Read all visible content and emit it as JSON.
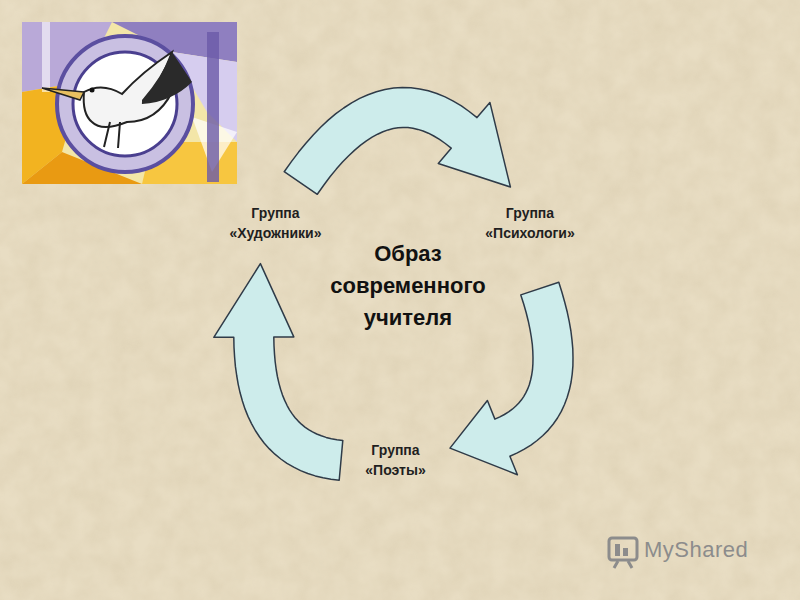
{
  "diagram": {
    "title": "Образ современного учителя",
    "nodes": [
      {
        "text": [
          "Группа «Художники»"
        ]
      },
      {
        "text": [
          "Группа «Психологи»"
        ]
      },
      {
        "text": [
          "Группа «Поэты»"
        ]
      }
    ],
    "edges": [
      {
        "from": 0,
        "to": 1,
        "arrow": "to"
      },
      {
        "from": 1,
        "to": 2,
        "arrow": "to"
      },
      {
        "from": 2,
        "to": 0,
        "arrow": "to"
      }
    ],
    "labels": [
      "MyShared"
    ]
  }
}
